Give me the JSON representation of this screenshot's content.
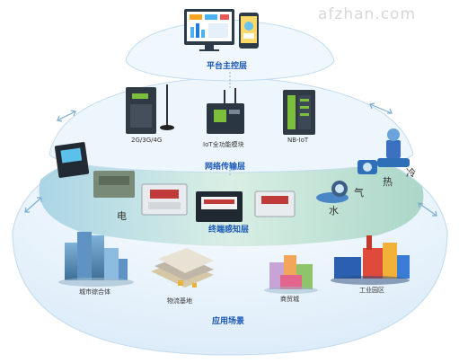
{
  "watermark": "afzhan.com",
  "layers": {
    "platform": {
      "title": "平台主控层"
    },
    "network": {
      "title": "网络传输层",
      "devices": [
        "2G/3G/4G",
        "IoT全功能模块",
        "NB-IoT"
      ]
    },
    "sensing": {
      "title": "终端感知层",
      "char_labels": [
        "电",
        "水",
        "气",
        "热",
        "冷"
      ]
    },
    "application": {
      "title": "应用场景",
      "scenes": [
        "城市综合体",
        "物流基地",
        "商贸城",
        "工业园区"
      ]
    }
  },
  "colors": {
    "title_blue": "#1a57b5",
    "dome_light": "#e6f3fc",
    "dome_edge": "#bfdcf2",
    "band_green": "#c8e6d8",
    "device_dark": "#2f3a45"
  }
}
